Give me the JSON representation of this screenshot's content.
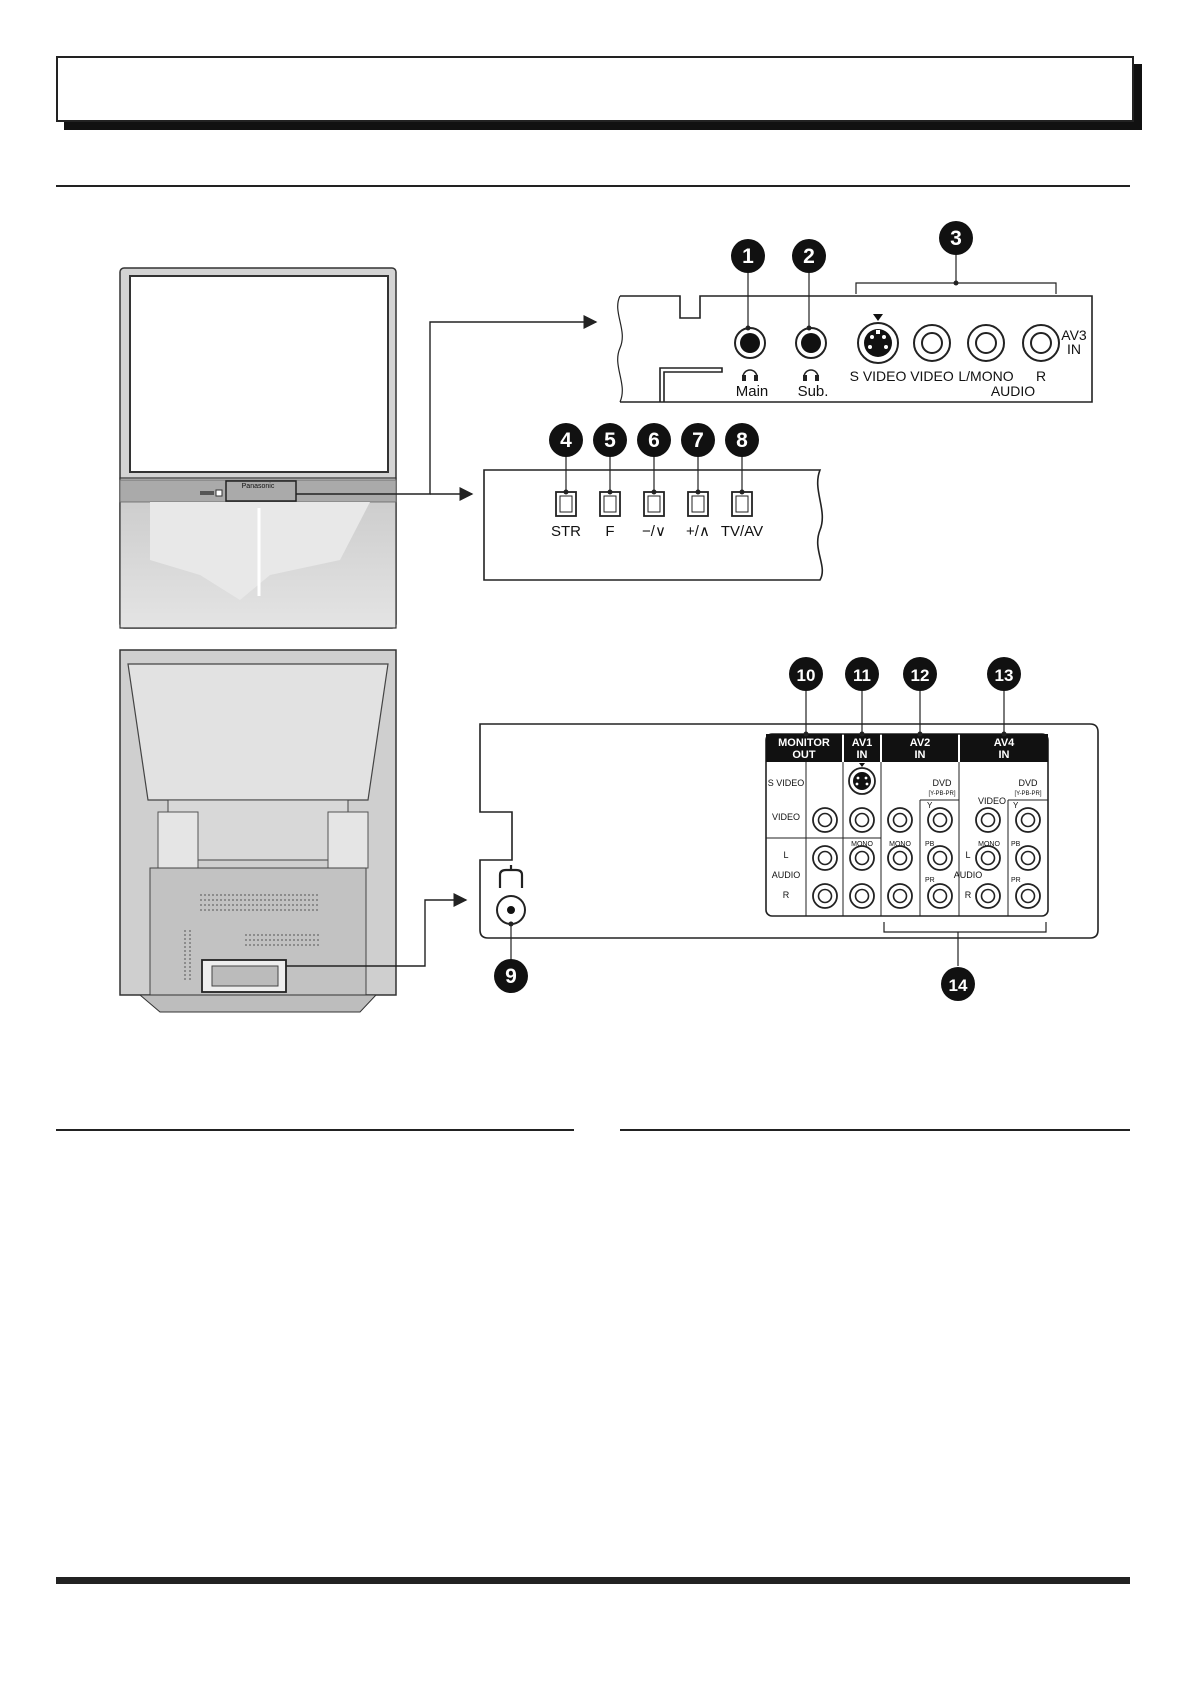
{
  "callouts": [
    "1",
    "2",
    "3",
    "4",
    "5",
    "6",
    "7",
    "8",
    "9",
    "10",
    "11",
    "12",
    "13",
    "14"
  ],
  "front_panel": {
    "main_label": "Main",
    "sub_label": "Sub.",
    "svideo_label": "S VIDEO",
    "video_label": "VIDEO",
    "lmono_label": "L/MONO",
    "r_label": "R",
    "audio_label": "AUDIO",
    "av3_label": "AV3",
    "in_label": "IN"
  },
  "buttons": [
    "STR",
    "F",
    "−/∨",
    "+/∧",
    "TV/AV"
  ],
  "rear_panel": {
    "monitor_out": [
      "MONITOR",
      "OUT"
    ],
    "av1_in": [
      "AV1",
      "IN"
    ],
    "av2_in": [
      "AV2",
      "IN"
    ],
    "av4_in": [
      "AV4",
      "IN"
    ],
    "svideo": "S VIDEO",
    "video": "VIDEO",
    "video_av4": "VIDEO",
    "dvd": "DVD",
    "dvd_sub": "[Y-PB-PR]",
    "y": "Y",
    "pb": "PB",
    "pr": "PR",
    "mono": "MONO",
    "audio_l": "L",
    "audio": "AUDIO",
    "audio_r": "R"
  },
  "brand_mark": "Panasonic"
}
